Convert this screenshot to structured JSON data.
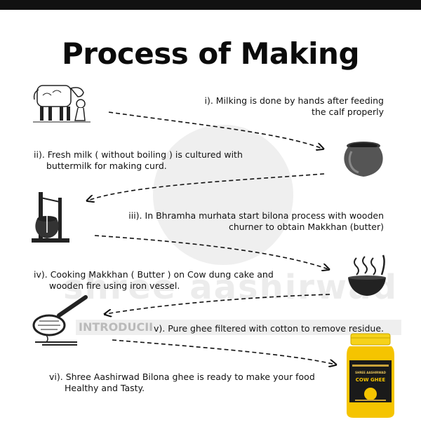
{
  "title": "Process of Making",
  "watermark": {
    "brand": "shree aashirwad",
    "band": "INTRODUCII"
  },
  "steps": [
    {
      "id": "i",
      "text_line1": "i). Milking is done by hands after feeding",
      "text_line2": "the calf properly",
      "icon": "cow-milking-icon"
    },
    {
      "id": "ii",
      "text_line1": "ii). Fresh milk ( without boiling ) is cultured with",
      "text_line2": "buttermilk for making curd.",
      "icon": "clay-pot-icon"
    },
    {
      "id": "iii",
      "text_line1": "iii). In Bhramha murhata start bilona process with wooden",
      "text_line2": "churner to obtain Makkhan (butter)",
      "icon": "churner-icon"
    },
    {
      "id": "iv",
      "text_line1": "iv). Cooking Makkhan ( Butter ) on Cow dung cake and",
      "text_line2": "wooden fire using iron vessel.",
      "icon": "cooking-vessel-icon"
    },
    {
      "id": "v",
      "text_line1": "v). Pure ghee filtered with cotton to remove residue.",
      "icon": "strainer-icon"
    },
    {
      "id": "vi",
      "text_line1": "vi). Shree Aashirwad Bilona ghee is ready to make your food",
      "text_line2": "Healthy and Tasty.",
      "icon": "ghee-jar-icon"
    }
  ],
  "jar": {
    "brand": "SHREE AASHIRWAD",
    "product": "COW GHEE"
  },
  "colors": {
    "ghee": "#F5C400",
    "lid": "#F6D21A",
    "label": "#1a1a1a"
  }
}
